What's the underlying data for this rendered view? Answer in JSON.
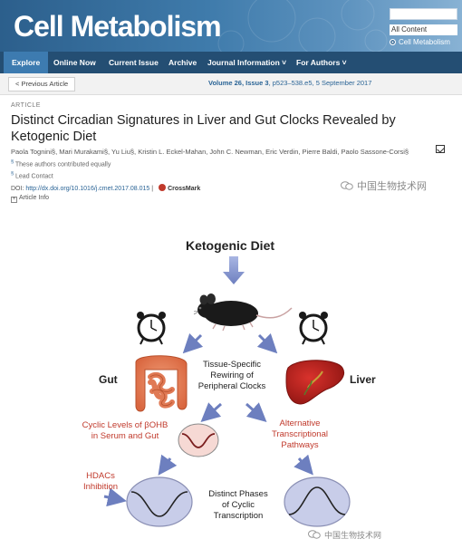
{
  "header": {
    "journal_title": "Cell Metabolism",
    "search": {
      "scope_selected": "All Content",
      "radio_label": "Cell Metabolism"
    }
  },
  "nav": {
    "items": [
      "Explore",
      "Online Now",
      "Current Issue",
      "Archive",
      "Journal Information ˅",
      "For Authors ˅"
    ],
    "active_index": 0
  },
  "subbar": {
    "prev_label": "< Previous Article",
    "volume_text": "Volume 26, Issue 3",
    "pages_text": ", p523–538.e5, 5 September 2017"
  },
  "article": {
    "type": "ARTICLE",
    "title": "Distinct Circadian Signatures in Liver and Gut Clocks Revealed by Ketogenic Diet",
    "authors_text": "Paola Tognini§, Mari Murakami§, Yu Liu§, Kristin L. Eckel-Mahan, John C. Newman, Eric Verdin, Pierre Baldi, Paolo Sassone-Corsi§",
    "equal_note": "These authors contributed equally",
    "lead_note": "Lead Contact",
    "doi_label": "DOI: ",
    "doi": "http://dx.doi.org/10.1016/j.cmet.2017.08.015",
    "crossmark": "CrossMark",
    "article_info": "Article Info"
  },
  "watermark": {
    "text": "中国生物技术网"
  },
  "graphical_abstract": {
    "title": "Ketogenic Diet",
    "gut_label": "Gut",
    "liver_label": "Liver",
    "center_text": [
      "Tissue-Specific",
      "Rewiring of",
      "Peripheral Clocks"
    ],
    "left_red_text": [
      "Cyclic Levels of βOHB",
      "in Serum and Gut"
    ],
    "right_red_text": [
      "Alternative",
      "Transcriptional",
      "Pathways"
    ],
    "hdac_text": [
      "HDACs",
      "Inhibition"
    ],
    "bottom_text": [
      "Distinct Phases",
      "of Cyclic",
      "Transcription"
    ]
  },
  "colors": {
    "masthead": "#3f7bab",
    "navbar": "#244e73",
    "accent_red": "#c0392b",
    "arrow_blue": "#6d7fbf",
    "curve_fill": "#c8cde9"
  }
}
